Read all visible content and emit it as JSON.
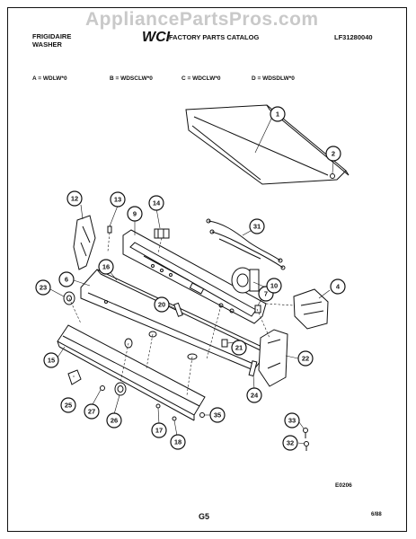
{
  "watermark": "AppliancePartsPros.com",
  "header": {
    "brand_line1": "FRIGIDAIRE",
    "brand_line2": "WASHER",
    "logo_text": "WCI",
    "catalog_title": "FACTORY PARTS CATALOG",
    "catalog_number": "LF31280040"
  },
  "models": [
    "A = WDLW*0",
    "B = WDSCLW*0",
    "C = WDCLW*0",
    "D = WDSDLW*0"
  ],
  "callouts": [
    "1",
    "2",
    "4",
    "6",
    "7",
    "9",
    "10",
    "12",
    "13",
    "14",
    "15",
    "16",
    "17",
    "18",
    "20",
    "21",
    "22",
    "23",
    "24",
    "25",
    "26",
    "27",
    "31",
    "32",
    "33",
    "35"
  ],
  "footer": {
    "drawing_code": "E0206",
    "page_label": "G5",
    "date": "6/88"
  },
  "colors": {
    "ink": "#111111",
    "watermark": "#c9c9c9",
    "paper": "#ffffff"
  }
}
